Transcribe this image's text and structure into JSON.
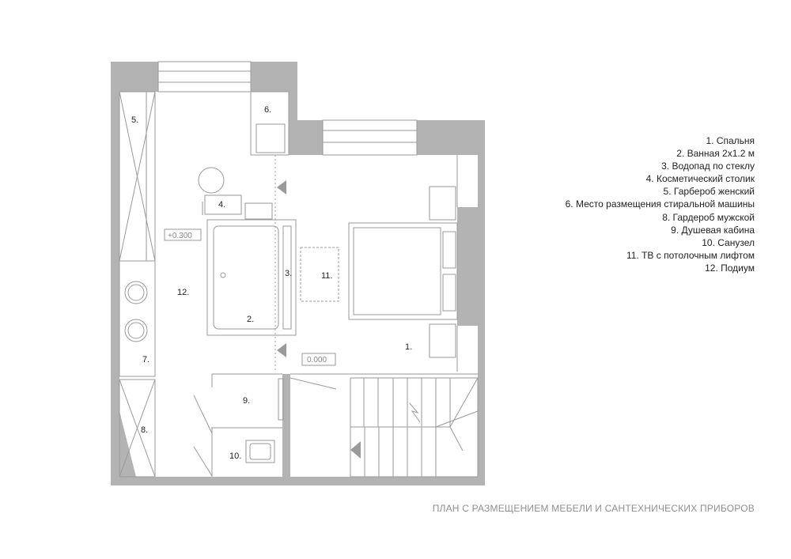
{
  "plan": {
    "room_numbers": {
      "bedroom": "1.",
      "bathroom": "2.",
      "waterfall": "3.",
      "vanity": "4.",
      "wardrobe_women": "5.",
      "washer": "6.",
      "wardrobe_men": "8.",
      "shower": "9.",
      "toilet": "10.",
      "tv_lift": "11.",
      "podium": "12.",
      "seven": "7."
    },
    "levels": {
      "podium_level": "+0.300",
      "floor_level": "0.000"
    }
  },
  "legend": {
    "items": [
      "1. Спальня",
      "2. Ванная 2х1.2 м",
      "3. Водопад по стеклу",
      "4. Косметический столик",
      "5. Гарбероб женский",
      "6. Место размещения стиральной машины",
      "8. Гардероб мужской",
      "9. Душевая кабина",
      "10. Санузел",
      "11. ТВ с потолочным лифтом",
      "12. Подиум"
    ]
  },
  "footer": {
    "title": "ПЛАН С РАЗМЕЩЕНИЕМ МЕБЕЛИ И САНТЕХНИЧЕСКИХ ПРИБОРОВ"
  },
  "colors": {
    "wall": "#b3b3b3",
    "line": "#9a9a9a",
    "text": "#222222"
  }
}
